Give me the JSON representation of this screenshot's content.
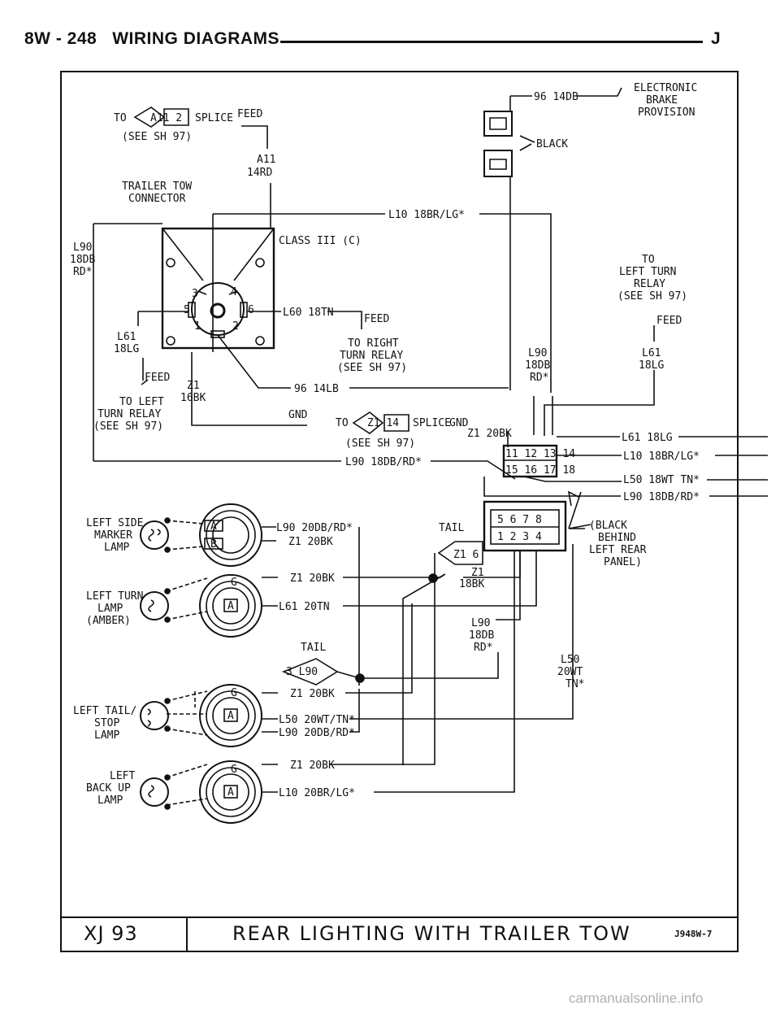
{
  "header": {
    "page": "8W - 248",
    "section": "WIRING DIAGRAMS",
    "letter": "J"
  },
  "footer": {
    "code": "XJ 93",
    "title": "REAR LIGHTING WITH TRAILER TOW",
    "ref": "J948W-7"
  },
  "watermark": "carmanualsonline.info",
  "diagram": {
    "labels": {
      "to_a": "TO",
      "a11_2": "A11  2",
      "splice_a": "SPLICE",
      "see_sh97_a": "(SEE SH 97)",
      "feed_top": "FEED",
      "a11": "A11",
      "a11_gauge": "14RD",
      "trailer_tow": "TRAILER TOW",
      "connector": "CONNECTOR",
      "w96_14db": "96 14DB",
      "ebp1": "ELECTRONIC",
      "ebp2": "BRAKE",
      "ebp3": "PROVISION",
      "black": "BLACK",
      "l10_18brlg": "L10 18BR/LG*",
      "class3": "CLASS III (C)",
      "l90_a": "L90",
      "l90_a2": "18DB",
      "l90_a3": "RD*",
      "pin3": "3",
      "pin4": "4",
      "pin5": "5",
      "pin6": "6",
      "pin1": "1",
      "pin2": "2",
      "l60_18tn": "L60 18TN",
      "feed_right": "FEED",
      "to_right1": "TO RIGHT",
      "to_right2": "TURN RELAY",
      "to_right3": "(SEE SH 97)",
      "l61_a": "L61",
      "l61_a2": "18LG",
      "feed_left": "FEED",
      "to_left1": "TO LEFT",
      "to_left2": "TURN RELAY",
      "to_left3": "(SEE SH 97)",
      "z1_a": "Z1",
      "z1_a2": "16BK",
      "w96_14lb": "96 14LB",
      "gnd_a": "GND",
      "to_z1": "TO",
      "z1_14": "Z1  14",
      "splice_b": "SPLICE",
      "see_sh97_b": "(SEE SH 97)",
      "gnd_b": "GND",
      "z1_20bk_a": "Z1 20BK",
      "to_lt1": "TO",
      "to_lt2": "LEFT TURN",
      "to_lt3": "RELAY",
      "to_lt4": "(SEE SH 97)",
      "feed_lt": "FEED",
      "l90_b": "L90",
      "l90_b2": "18DB",
      "l90_b3": "RD*",
      "l61_b": "L61",
      "l61_b2": "18LG",
      "r_l61": "L61 18LG",
      "r_l10": "L10 18BR/LG*",
      "r_l50": "L50 18WT TN*",
      "r_l90": "L90 18DB/RD*",
      "l90_18dbrd": "L90 18DB/RD*",
      "c_top_pins": "11 12 13 14",
      "c_bot_pins": "15 16 17 18",
      "c2_top_pins": "5  6  7  8",
      "c2_bot_pins": "1  2  3  4",
      "black2a": "(BLACK",
      "black2b": "BEHIND",
      "black2c": "LEFT REAR",
      "black2d": "PANEL)",
      "lsm1": "LEFT SIDE",
      "lsm2": "MARKER",
      "lsm3": "LAMP",
      "lsm_a": "A",
      "lsm_b": "B",
      "lsm_w1": "L90 20DB/RD*",
      "lsm_w2": "Z1 20BK",
      "tail_a": "TAIL",
      "z1_6": "Z1  6",
      "z1_c": "Z1",
      "z1_c2": "18BK",
      "ltl1": "LEFT TURN",
      "ltl2": "LAMP",
      "ltl3": "(AMBER)",
      "ltl_w1": "Z1 20BK",
      "ltl_w2": "L61 20TN",
      "l90_c": "L90",
      "l90_c2": "18DB",
      "l90_c3": "RD*",
      "tail_b": "TAIL",
      "tail_b_tag": "3  L90",
      "l50_a": "L50",
      "l50_a2": "20WT",
      "l50_a3": "TN*",
      "lts1": "LEFT TAIL/",
      "lts2": "STOP",
      "lts3": "LAMP",
      "lts_w1": "Z1 20BK",
      "lts_w2": "L50 20WT/TN*",
      "lts_w3": "L90 20DB/RD*",
      "lbu1": "LEFT",
      "lbu2": "BACK UP",
      "lbu3": "LAMP",
      "lbu_w1": "Z1 20BK",
      "lbu_w2": "L10 20BR/LG*",
      "g": "G",
      "a_pin": "A"
    }
  }
}
